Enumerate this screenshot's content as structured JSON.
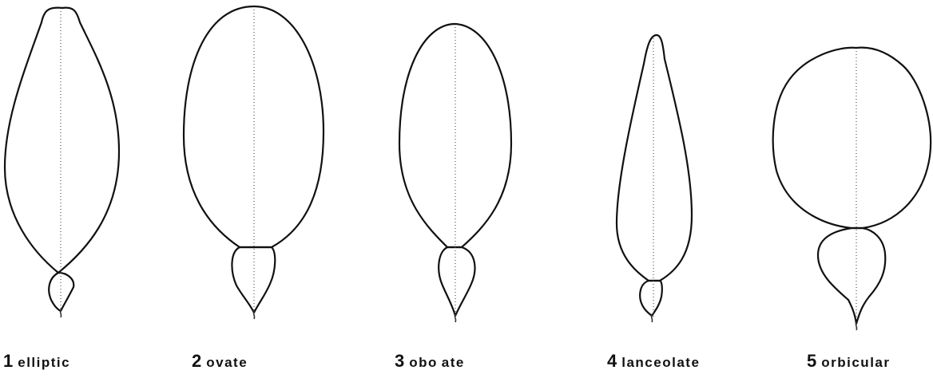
{
  "shapes": [
    {
      "number": "1",
      "name": "elliptic"
    },
    {
      "number": "2",
      "name": "ovate"
    },
    {
      "number": "3",
      "name": "obo ate"
    },
    {
      "number": "4",
      "name": "lanceolate"
    },
    {
      "number": "5",
      "name": "orbicular"
    }
  ]
}
